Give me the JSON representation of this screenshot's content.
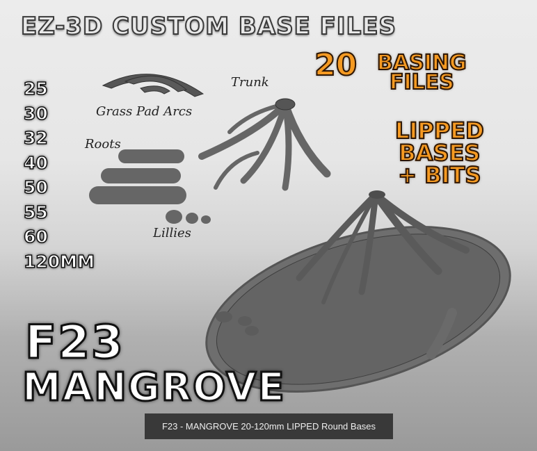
{
  "header": {
    "title": "EZ-3D CUSTOM BASE FILES"
  },
  "promo": {
    "count": "20",
    "basing": "BASING",
    "files": "FILES",
    "lipped_lines": [
      "LIPPED",
      "BASES",
      "+ BITS"
    ]
  },
  "sizes": [
    "25",
    "30",
    "32",
    "40",
    "50",
    "55",
    "60",
    "120MM"
  ],
  "parts": {
    "grass_pad_arcs": "Grass Pad Arcs",
    "trunk": "Trunk",
    "roots": "Roots",
    "lillies": "Lillies"
  },
  "product": {
    "code": "F23",
    "name": "MANGROVE"
  },
  "caption": "F23 - MANGROVE 20-120mm LIPPED Round Bases",
  "colors": {
    "accent_orange": "#f59a22",
    "caption_bg": "#393939",
    "model_gray": "#6a6a6a"
  }
}
